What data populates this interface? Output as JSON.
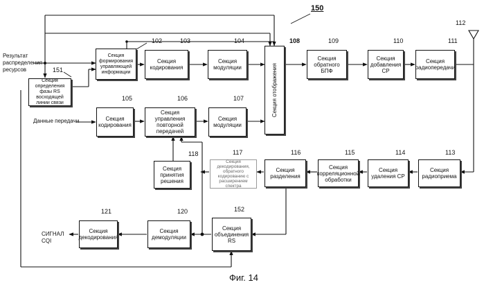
{
  "figure_ref": "150",
  "caption": "Фиг. 14",
  "blocks": {
    "b102": {
      "num": "102",
      "label": "Секция формирования управляющей информации"
    },
    "b103": {
      "num": "103",
      "label": "Секция кодирования"
    },
    "b104": {
      "num": "104",
      "label": "Секция модуляции"
    },
    "b108": {
      "num": "108",
      "label": "Секция отображения"
    },
    "b109": {
      "num": "109",
      "label": "Секция обратного БПФ"
    },
    "b110": {
      "num": "110",
      "label": "Секция добавления CP"
    },
    "b111": {
      "num": "111",
      "label": "Секция радиопередачи"
    },
    "b151": {
      "num": "151",
      "label": "Секция определения фазы RS восходящей линии связи"
    },
    "b105": {
      "num": "105",
      "label": "Секция кодирования"
    },
    "b106": {
      "num": "106",
      "label": "Секция управления повторной передачей"
    },
    "b107": {
      "num": "107",
      "label": "Секция модуляции"
    },
    "b118": {
      "num": "118",
      "label": "Секция принятия решения"
    },
    "b117": {
      "num": "117",
      "label": "Секция декодирования, обратного кодированию с расширением спектра"
    },
    "b116": {
      "num": "116",
      "label": "Секция разделения"
    },
    "b115": {
      "num": "115",
      "label": "Секция корреляционной обработки"
    },
    "b114": {
      "num": "114",
      "label": "Секция удаления CP"
    },
    "b113": {
      "num": "113",
      "label": "Секция радиоприема"
    },
    "b121": {
      "num": "121",
      "label": "Секция декодирования"
    },
    "b120": {
      "num": "120",
      "label": "Секция демодуляции"
    },
    "b152": {
      "num": "152",
      "label": "Секция объединения RS"
    }
  },
  "antenna_num": "112",
  "inputs": {
    "resource_alloc": "Результат распределения ресурсов",
    "tx_data": "Данные передачи"
  },
  "outputs": {
    "cqi": "СИГНАЛ CQI"
  }
}
